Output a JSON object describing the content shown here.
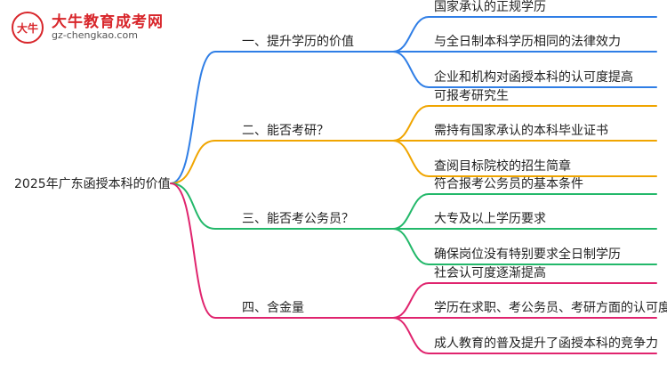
{
  "brand": {
    "name": "大牛教育成考网",
    "url": "gz-chengkao.com",
    "badge_text": "大牛",
    "red": "#d8262b"
  },
  "root": {
    "label": "2025年广东函授本科的价值"
  },
  "branches": [
    {
      "label": "一、提升学历的价值",
      "color": "#2f7ee6",
      "children": [
        "国家承认的正规学历",
        "与全日制本科学历相同的法律效力",
        "企业和机构对函授本科的认可度提高"
      ]
    },
    {
      "label": "二、能否考研？",
      "color": "#f0a500",
      "children": [
        "可报考研究生",
        "需持有国家承认的本科毕业证书",
        "查阅目标院校的招生简章"
      ]
    },
    {
      "label": "三、能否考公务员？",
      "color": "#23b86a",
      "children": [
        "符合报考公务员的基本条件",
        "大专及以上学历要求",
        "确保岗位没有特别要求全日制学历"
      ]
    },
    {
      "label": "四、含金量",
      "color": "#e0246e",
      "children": [
        "社会认可度逐渐提高",
        "学历在求职、考公务员、考研方面的认可度",
        "成人教育的普及提升了函授本科的竞争力"
      ]
    }
  ]
}
